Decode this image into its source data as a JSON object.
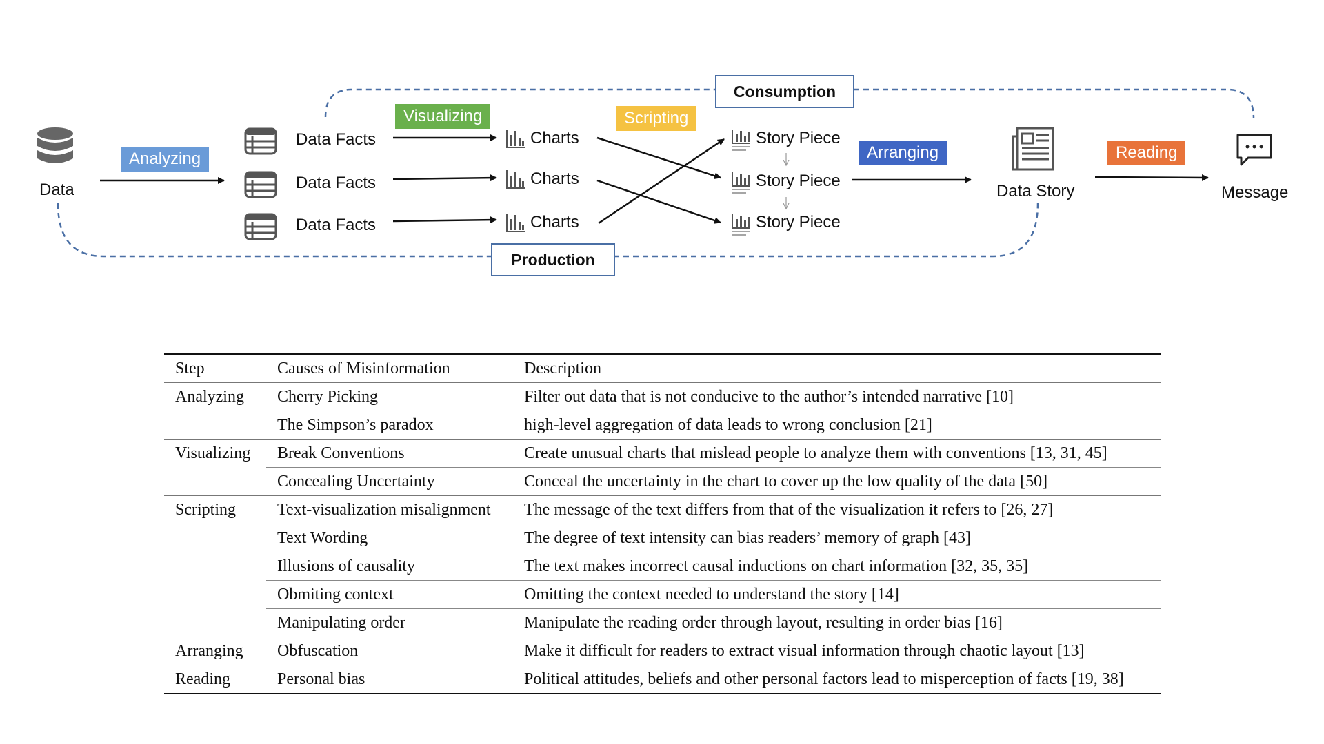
{
  "diagram": {
    "nodes": {
      "data": "Data",
      "data_facts": [
        "Data Facts",
        "Data Facts",
        "Data Facts"
      ],
      "charts": [
        "Charts",
        "Charts",
        "Charts"
      ],
      "story_pieces": [
        "Story Piece",
        "Story Piece",
        "Story Piece"
      ],
      "data_story": "Data Story",
      "message": "Message"
    },
    "steps": {
      "analyzing": "Analyzing",
      "visualizing": "Visualizing",
      "scripting": "Scripting",
      "arranging": "Arranging",
      "reading": "Reading"
    },
    "phases": {
      "consumption": "Consumption",
      "production": "Production"
    },
    "colors": {
      "analyzing": "#6a9bd8",
      "visualizing": "#6ab04c",
      "scripting": "#f5c242",
      "arranging": "#3f66c4",
      "reading": "#e8733a",
      "dashed": "#4a6fa5"
    }
  },
  "table": {
    "headers": [
      "Step",
      "Causes of Misinformation",
      "Description"
    ],
    "rows": [
      {
        "step": "Analyzing",
        "cause": "Cherry Picking",
        "description": "Filter out data that is not conducive to the author’s intended narrative [10]"
      },
      {
        "step": "",
        "cause": "The Simpson’s paradox",
        "description": "high-level aggregation of data leads to wrong conclusion [21]"
      },
      {
        "step": "Visualizing",
        "cause": "Break Conventions",
        "description": "Create unusual charts that mislead people to analyze them with conventions [13, 31, 45]"
      },
      {
        "step": "",
        "cause": "Concealing Uncertainty",
        "description": "Conceal the uncertainty in the chart to cover up the low quality of the data [50]"
      },
      {
        "step": "Scripting",
        "cause": "Text-visualization misalignment",
        "description": "The message of the text differs from that of the visualization it refers to [26, 27]"
      },
      {
        "step": "",
        "cause": "Text Wording",
        "description": "The degree of text intensity can bias readers’ memory of graph [43]"
      },
      {
        "step": "",
        "cause": "Illusions of causality",
        "description": "The text makes incorrect causal inductions on chart information [32, 35, 35]"
      },
      {
        "step": "",
        "cause": "Obmiting context",
        "description": "Omitting the context needed to understand the story [14]"
      },
      {
        "step": "",
        "cause": "Manipulating order",
        "description": "Manipulate the reading order through layout, resulting in order bias [16]"
      },
      {
        "step": "Arranging",
        "cause": "Obfuscation",
        "description": "Make it difficult for readers to extract visual information through chaotic layout [13]"
      },
      {
        "step": "Reading",
        "cause": "Personal bias",
        "description": "Political attitudes, beliefs and other personal factors lead to misperception of facts [19, 38]"
      }
    ]
  }
}
